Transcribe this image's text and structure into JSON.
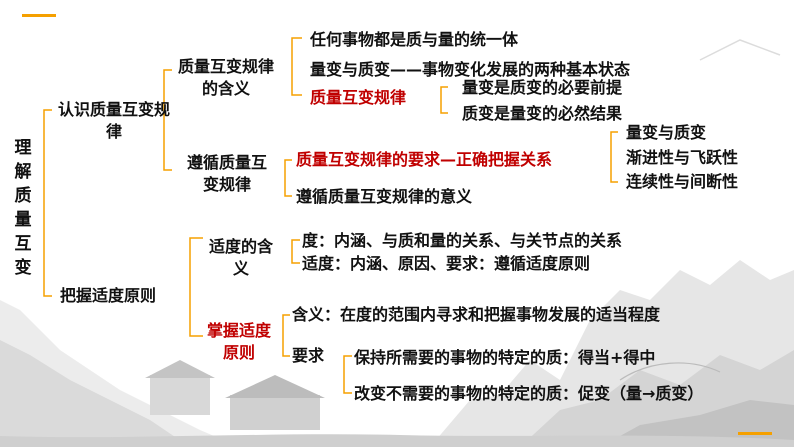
{
  "accent_color": "#f5a000",
  "highlight_color": "#c00000",
  "root": "理解质量互变",
  "branch1": {
    "title": "认识质量互变规律",
    "sub1": {
      "title": "质量互变规律的含义",
      "items": [
        "任何事物都是质与量的统一体",
        "量变与质变——事物变化发展的两种基本状态",
        "质量互变规律"
      ],
      "law_items": [
        "量变是质变的必要前提",
        "质变是量变的必然结果"
      ]
    },
    "sub2": {
      "title": "遵循质量互变规律",
      "items": [
        "质量互变规律的要求—正确把握关系",
        "遵循质量互变规律的意义"
      ],
      "relations": [
        "量变与质变",
        "渐进性与飞跃性",
        "连续性与间断性"
      ]
    }
  },
  "branch2": {
    "title": "把握适度原则",
    "sub1": {
      "title": "适度的含义",
      "items": [
        "度：内涵、与质和量的关系、与关节点的关系",
        "适度：内涵、原因、要求：遵循适度原则"
      ]
    },
    "sub2": {
      "title": "掌握适度原则",
      "meaning": "含义：在度的范围内寻求和把握事物发展的适当程度",
      "req_label": "要求",
      "requirements": [
        "保持所需要的事物的特定的质：得当+得中",
        "改变不需要的事物的特定的质：促变（量→质变）"
      ]
    }
  }
}
